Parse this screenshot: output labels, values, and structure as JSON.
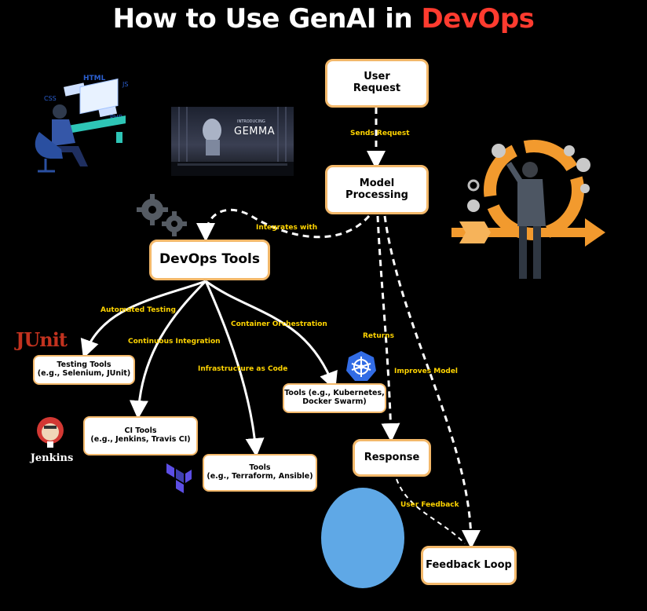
{
  "title": {
    "prefix": "How to Use GenAI in ",
    "accent": "DevOps"
  },
  "nodes": {
    "user_request": "User\nRequest",
    "model_processing": "Model\nProcessing",
    "devops_tools": "DevOps Tools",
    "testing_tools": "Testing Tools\n(e.g., Selenium, JUnit)",
    "ci_tools": "CI Tools\n(e.g., Jenkins, Travis CI)",
    "iac_tools": "Tools\n(e.g., Terraform, Ansible)",
    "container_tools": "Tools (e.g., Kubernetes,\nDocker Swarm)",
    "response": "Response",
    "feedback_loop": "Feedback Loop"
  },
  "edge_labels": {
    "sends_request": "Sends Request",
    "integrates_with": "Integrates with",
    "automated_testing": "Automated Testing",
    "continuous_integration": "Continuous Integration",
    "infrastructure_as_code": "Infrastructure as Code",
    "container_orchestration": "Container Orchestration",
    "returns": "Returns",
    "improves_model": "Improves Model",
    "user_feedback": "User Feedback"
  },
  "logos": {
    "junit": "JUnit",
    "jenkins": "Jenkins",
    "gemma_small": "INTRODUCING",
    "gemma": "GEMMA",
    "code_tags": [
      "HTML",
      "CSS",
      "JS",
      "PHP"
    ]
  },
  "colors": {
    "accent": "#ff3b2f",
    "label": "#ffd400",
    "box_border": "#f3b86a",
    "arrow": "#ffffff"
  }
}
